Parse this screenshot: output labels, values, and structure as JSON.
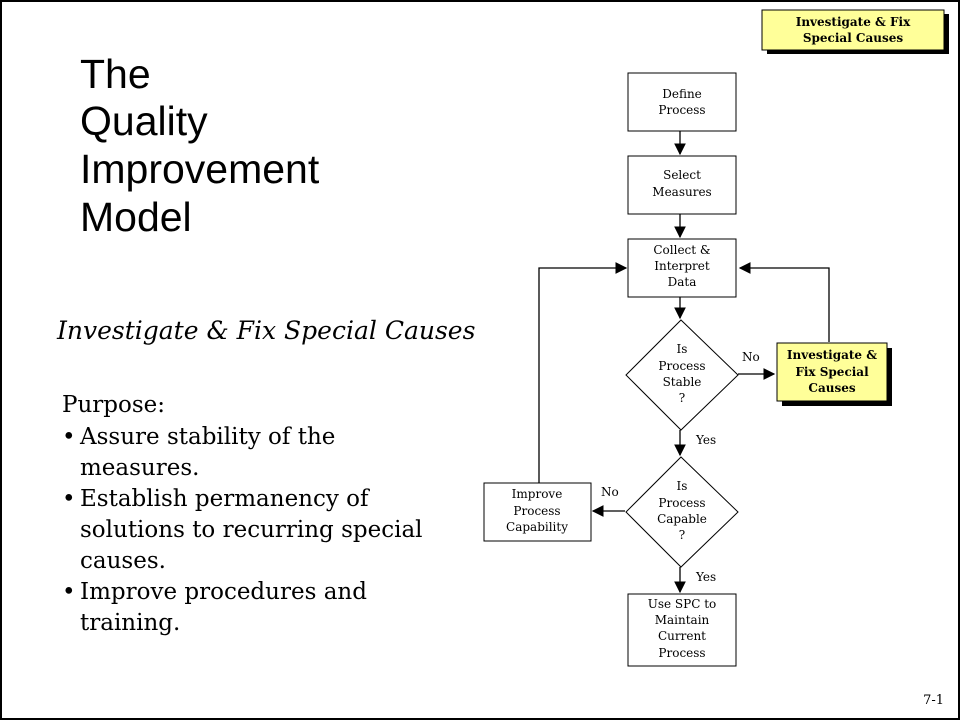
{
  "title": [
    "The",
    "Quality",
    "Improvement",
    "Model"
  ],
  "subtitle": "Investigate & Fix Special Causes",
  "purpose": {
    "heading": "Purpose:",
    "bullets": [
      "Assure stability of the measures.",
      "Establish permanency of solutions to recurring special causes.",
      "Improve procedures and training."
    ]
  },
  "page_number": "7-1",
  "flowchart": {
    "corner_badge": [
      "Investigate & Fix",
      "Special Causes"
    ],
    "nodes": {
      "define": [
        "Define",
        "Process"
      ],
      "select": [
        "Select",
        "Measures"
      ],
      "collect": [
        "Collect &",
        "Interpret",
        "Data"
      ],
      "stable": [
        "Is",
        "Process",
        "Stable",
        "?"
      ],
      "investigate": [
        "Investigate &",
        "Fix Special",
        "Causes"
      ],
      "capable": [
        "Is",
        "Process",
        "Capable",
        "?"
      ],
      "improve": [
        "Improve",
        "Process",
        "Capability"
      ],
      "spc": [
        "Use SPC to",
        "Maintain",
        "Current",
        "Process"
      ]
    },
    "edge_labels": {
      "stable_no": "No",
      "stable_yes": "Yes",
      "capable_no": "No",
      "capable_yes": "Yes"
    }
  }
}
